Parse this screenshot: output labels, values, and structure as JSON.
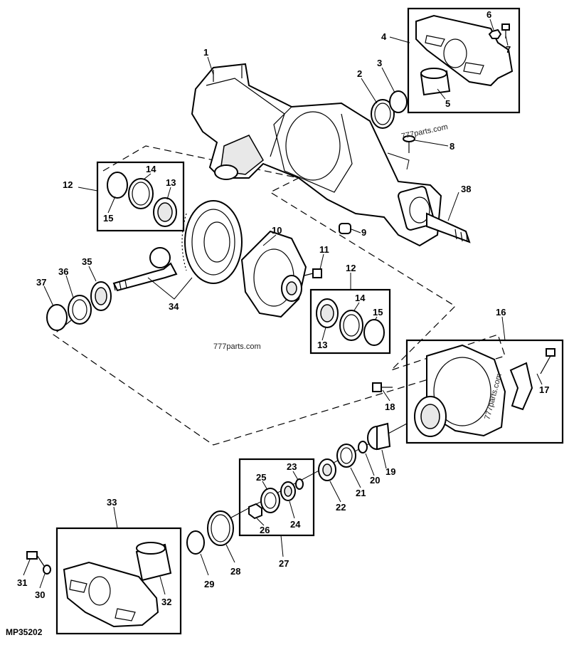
{
  "diagram": {
    "reference_code": "MP35202",
    "watermarks": [
      "777parts.com",
      "777parts.com",
      "777parts.com"
    ],
    "callouts": [
      "1",
      "2",
      "3",
      "4",
      "5",
      "6",
      "7",
      "8",
      "9",
      "10",
      "11",
      "12",
      "12",
      "13",
      "13",
      "14",
      "14",
      "15",
      "15",
      "16",
      "17",
      "18",
      "19",
      "20",
      "21",
      "22",
      "23",
      "24",
      "25",
      "26",
      "27",
      "28",
      "29",
      "30",
      "31",
      "32",
      "33",
      "34",
      "35",
      "36",
      "37",
      "38"
    ]
  }
}
